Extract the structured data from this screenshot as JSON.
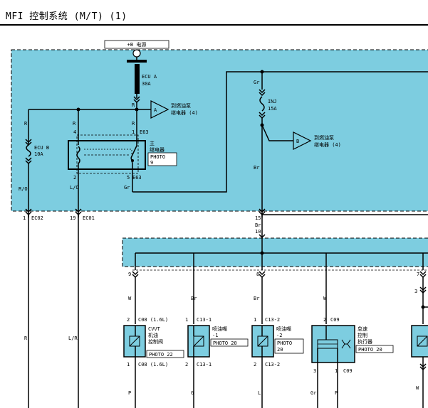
{
  "title": "MFI 控制系统 (M/T) (1)",
  "colors": {
    "harness": "#7dcde0",
    "line": "#000000",
    "background": "#ffffff"
  },
  "power": {
    "label": "+B 电源"
  },
  "fuses": {
    "ecu_a": {
      "name": "ECU A",
      "rating": "30A"
    },
    "ecu_b": {
      "name": "ECU B",
      "rating": "10A"
    },
    "inj": {
      "name": "INJ",
      "rating": "15A"
    }
  },
  "relay": {
    "name_line1": "主",
    "name_line2": "继电器",
    "photo_line1": "PHOTO",
    "photo_line2": "9",
    "connector": "E63",
    "pin1": "1",
    "pin2": "2",
    "pin4": "4",
    "pin5": "5"
  },
  "connectors": {
    "a": {
      "letter": "A",
      "text1": "到燃油泵",
      "text2": "继电器 (4)"
    },
    "b": {
      "letter": "B",
      "text1": "到燃油泵",
      "text2": "继电器 (4)"
    }
  },
  "wires": {
    "r1": "R",
    "r2": "R",
    "r3": "R",
    "r4": "R",
    "ro": "R/O",
    "lo": "L/O",
    "gr_relay": "Gr",
    "gr_top": "Gr",
    "br_inj": "Br",
    "br_bus": "Br",
    "r_bottom": "R",
    "lr_bottom": "L/R",
    "w_c08": "W",
    "br_c13_1": "Br",
    "br_c13_2": "Br",
    "w_c09": "W",
    "p_c08": "P",
    "g_c13_1": "G",
    "l_c13_2": "L",
    "gr_c09": "Gr",
    "p_c09": "P",
    "w_right": "W"
  },
  "pins": {
    "ec02_num": "1",
    "ec02": "EC02",
    "ec01_num": "19",
    "ec01": "EC01",
    "p15": "15",
    "p10": "10",
    "p9": "9",
    "p8": "8",
    "p7": "7",
    "p3": "3"
  },
  "components": [
    {
      "id": "cvvt",
      "label1": "CVVT",
      "label2": "机油",
      "label3": "控制阀",
      "top_pin": "2",
      "top_conn": "C08 (1.6L)",
      "bot_pin": "1",
      "bot_conn": "C08 (1.6L)",
      "photo": "PHOTO 22"
    },
    {
      "id": "inj1",
      "label1": "喷油嘴",
      "label2": "-1",
      "top_pin": "1",
      "top_conn": "C13-1",
      "bot_pin": "2",
      "bot_conn": "C13-1",
      "photo": "PHOTO 20"
    },
    {
      "id": "inj2",
      "label1": "喷油嘴",
      "label2": "-2",
      "top_pin": "1",
      "top_conn": "C13-2",
      "bot_pin": "2",
      "bot_conn": "C13-2",
      "photo_line1": "PHOTO",
      "photo_line2": "20"
    },
    {
      "id": "idle",
      "label1": "怠速",
      "label2": "控制",
      "label3": "执行器",
      "top_pin": "2",
      "top_conn": "C09",
      "pin3": "3",
      "pin1": "1",
      "bot_conn": "C09",
      "photo": "PHOTO 20"
    }
  ]
}
